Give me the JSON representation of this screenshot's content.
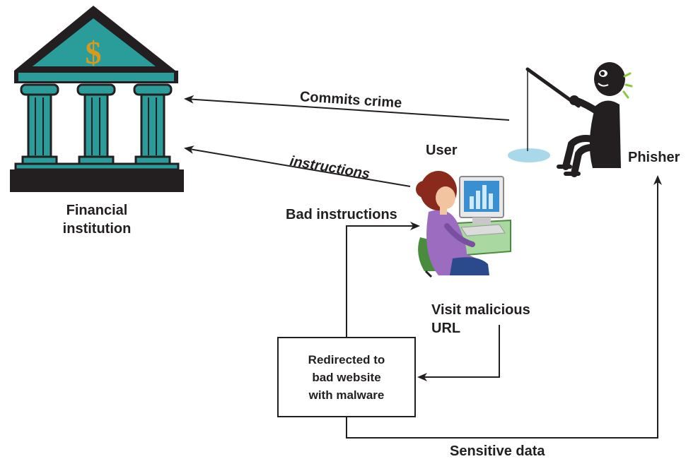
{
  "labels": {
    "financial_line1": "Financial",
    "financial_line2": "institution",
    "commits_crime": "Commits crime",
    "instructions": "instructions",
    "user": "User",
    "phisher": "Phisher",
    "bad_instructions": "Bad instructions",
    "visit_line1": "Visit malicious",
    "visit_line2": "URL",
    "sensitive_data": "Sensitive data"
  },
  "box": {
    "line1": "Redirected to",
    "line2": "bad website",
    "line3": "with malware"
  },
  "icons": {
    "bank": "bank-building-icon",
    "dollar": "dollar-sign-icon",
    "user": "user-at-computer-icon",
    "phisher": "phisher-fishing-icon"
  },
  "colors": {
    "bank_teal": "#2a9d9a",
    "bank_dark": "#231f20",
    "dollar_gold": "#d89a1c",
    "user_shirt": "#9b6cbf",
    "chair_green": "#4a8c3e",
    "monitor_screen": "#3a8fd0",
    "fishing_hole": "#a8d8ea",
    "sparkle": "#8cc63f",
    "line": "#231f20"
  }
}
